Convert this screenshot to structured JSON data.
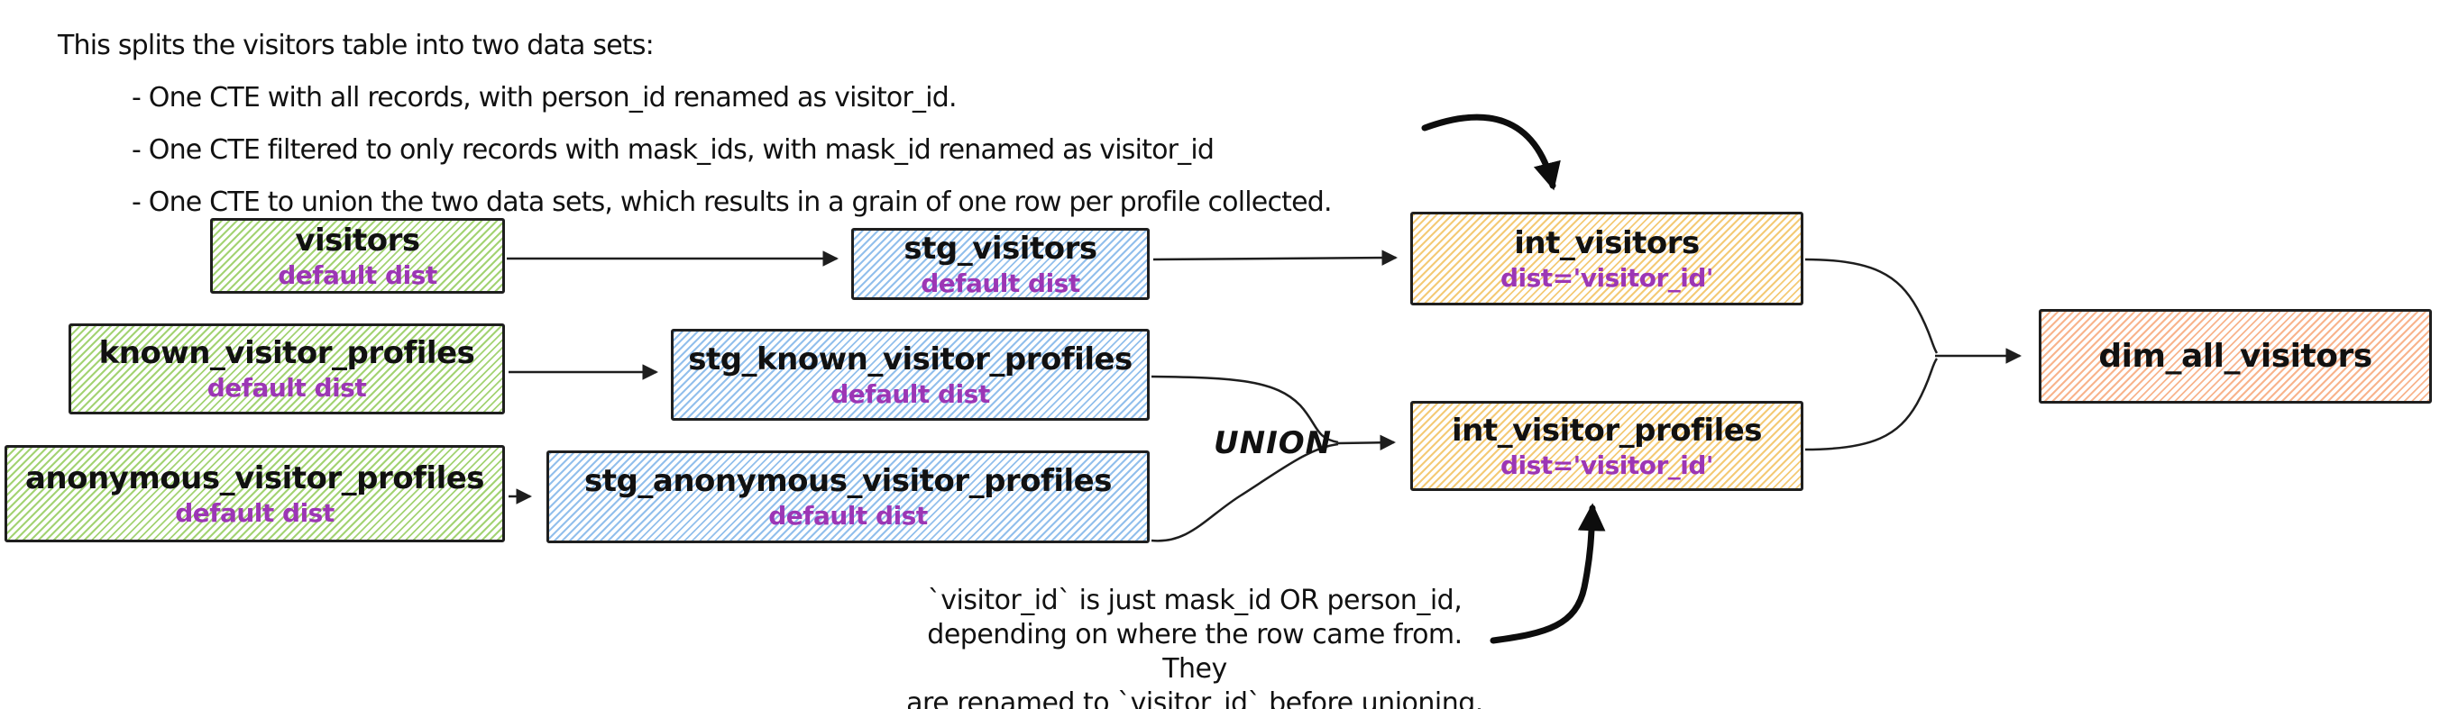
{
  "notes": {
    "top": {
      "intro": "This splits the visitors table into two data sets:",
      "bullets": [
        "- One CTE with all records, with person_id renamed as visitor_id.",
        "- One CTE filtered to only records with mask_ids, with mask_id renamed as visitor_id",
        "- One CTE to union the two data sets, which results in a grain of one row per profile collected."
      ]
    },
    "bottom": {
      "lines": [
        "`visitor_id` is just mask_id OR person_id,",
        "depending on where the row came from. They",
        "are renamed to `visitor_id` before unioning."
      ]
    },
    "union_label": "UNION"
  },
  "nodes": {
    "visitors": {
      "title": "visitors",
      "subtitle": "default dist"
    },
    "stg_visitors": {
      "title": "stg_visitors",
      "subtitle": "default dist"
    },
    "int_visitors": {
      "title": "int_visitors",
      "subtitle": "dist='visitor_id'"
    },
    "known_visitor_profiles": {
      "title": "known_visitor_profiles",
      "subtitle": "default dist"
    },
    "stg_known_visitor_profiles": {
      "title": "stg_known_visitor_profiles",
      "subtitle": "default dist"
    },
    "anonymous_visitor_profiles": {
      "title": "anonymous_visitor_profiles",
      "subtitle": "default dist"
    },
    "stg_anonymous_visitor_profiles": {
      "title": "stg_anonymous_visitor_profiles",
      "subtitle": "default dist"
    },
    "int_visitor_profiles": {
      "title": "int_visitor_profiles",
      "subtitle": "dist='visitor_id'"
    },
    "dim_all_visitors": {
      "title": "dim_all_visitors"
    }
  },
  "colors": {
    "source_green_hatch": "#8cc850",
    "staging_blue_hatch": "#6eaae6",
    "intermediate_yellow_hatch": "#f0b43c",
    "dim_orange_hatch": "#f58c50",
    "node_border": "#1f1f1f",
    "subtitle_purple": "#9c36b5",
    "arrow_black": "#111111",
    "canvas_background": "#ffffff"
  }
}
